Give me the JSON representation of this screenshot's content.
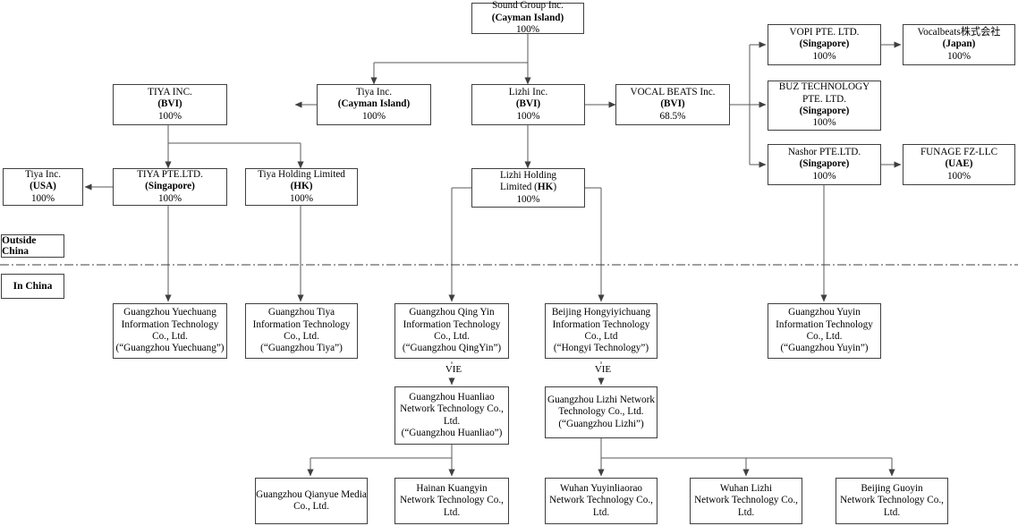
{
  "diagram": {
    "title": "Corporate structure chart",
    "type": "org-chart",
    "region_labels": {
      "outside": "Outside China",
      "inside": "In China"
    },
    "edge_labels": {
      "vie_left": "VIE",
      "vie_right": "VIE"
    },
    "colors": {
      "border": "#3f3f3f",
      "background": "#ffffff",
      "text": "#000000",
      "wire": "#595959"
    }
  },
  "nodes": {
    "sound_group": {
      "name": "Sound Group Inc.",
      "jurisdiction": "(Cayman Island)",
      "ownership": "100%"
    },
    "tiya_inc_bvi": {
      "name": "TIYA INC.",
      "jurisdiction": "(BVI)",
      "ownership": "100%"
    },
    "tiya_inc_cayman": {
      "name": "Tiya Inc.",
      "jurisdiction": "(Cayman Island)",
      "ownership": "100%"
    },
    "lizhi_inc": {
      "name": "Lizhi Inc.",
      "jurisdiction": "(BVI)",
      "ownership": "100%"
    },
    "vocal_beats": {
      "name": "VOCAL BEATS Inc.",
      "jurisdiction": "(BVI)",
      "ownership": "68.5%"
    },
    "vopi": {
      "name": "VOPI PTE. LTD.",
      "jurisdiction": "(Singapore)",
      "ownership": "100%"
    },
    "vocalbeats_jp": {
      "name": "Vocalbeats株式会社",
      "jurisdiction": "(Japan)",
      "ownership": "100%"
    },
    "buz": {
      "name_line1": "BUZ TECHNOLOGY",
      "name_line2": "PTE. LTD.",
      "jurisdiction": "(Singapore)",
      "ownership": "100%"
    },
    "nashor": {
      "name": "Nashor PTE.LTD.",
      "jurisdiction": "(Singapore)",
      "ownership": "100%"
    },
    "funage": {
      "name": "FUNAGE FZ-LLC",
      "jurisdiction": "(UAE)",
      "ownership": "100%"
    },
    "tiya_usa": {
      "name": "Tiya Inc.",
      "jurisdiction": "(USA)",
      "ownership": "100%"
    },
    "tiya_pte": {
      "name": "TIYA PTE.LTD.",
      "jurisdiction": "(Singapore)",
      "ownership": "100%"
    },
    "tiya_holding": {
      "name": "Tiya Holding Limited",
      "jurisdiction": "(HK)",
      "ownership": "100%"
    },
    "lizhi_holding": {
      "name_line1": "Lizhi Holding",
      "name_line2_pre": "Limited (",
      "name_line2_bold": "HK",
      "name_line2_post": ")",
      "ownership": "100%"
    },
    "gz_yuechuang": {
      "line1": "Guangzhou Yuechuang",
      "line2": "Information Technology",
      "line3": "Co., Ltd.",
      "line4": "(“Guangzhou Yuechuang”)"
    },
    "gz_tiya": {
      "line1": "Guangzhou Tiya",
      "line2": "Information Technology",
      "line3": "Co., Ltd.",
      "line4": "(“Guangzhou Tiya”)"
    },
    "gz_qingyin": {
      "line1": "Guangzhou Qing Yin",
      "line2": "Information Technology",
      "line3": "Co., Ltd.",
      "line4": "(“Guangzhou QingYin”)"
    },
    "bj_hongyi": {
      "line1": "Beijing Hongyiyichuang",
      "line2": "Information Technology",
      "line3": "Co., Ltd",
      "line4": "(“Hongyi Technology”)"
    },
    "gz_yuyin": {
      "line1": "Guangzhou Yuyin",
      "line2": "Information Technology",
      "line3": "Co., Ltd.",
      "line4": "(“Guangzhou Yuyin”)"
    },
    "gz_huanliao": {
      "line1": "Guangzhou Huanliao",
      "line2": "Network Technology Co.,",
      "line3": "Ltd.",
      "line4": "(“Guangzhou Huanliao”)"
    },
    "gz_lizhi": {
      "line1": "Guangzhou Lizhi Network",
      "line2": "Technology Co., Ltd.",
      "line3": "(“Guangzhou Lizhi”)"
    },
    "gz_qianyue": {
      "line1": "Guangzhou Qianyue Media",
      "line2": "Co., Ltd."
    },
    "hainan_kuangyin": {
      "line1": "Hainan Kuangyin",
      "line2": "Network Technology Co.,",
      "line3": "Ltd."
    },
    "wuhan_yuyinliaorao": {
      "line1": "Wuhan Yuyinliaorao",
      "line2": "Network Technology Co.,",
      "line3": "Ltd."
    },
    "wuhan_lizhi": {
      "line1": "Wuhan Lizhi",
      "line2": "Network Technology Co.,",
      "line3": "Ltd."
    },
    "beijing_guoyin": {
      "line1": "Beijing Guoyin",
      "line2": "Network Technology Co.,",
      "line3": "Ltd."
    }
  }
}
